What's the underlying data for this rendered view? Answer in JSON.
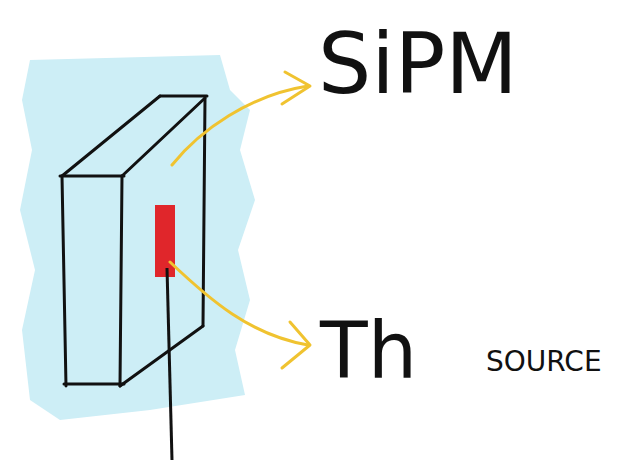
{
  "diagram": {
    "labels": [
      "SiPM",
      "Th",
      "SOURCE"
    ]
  }
}
